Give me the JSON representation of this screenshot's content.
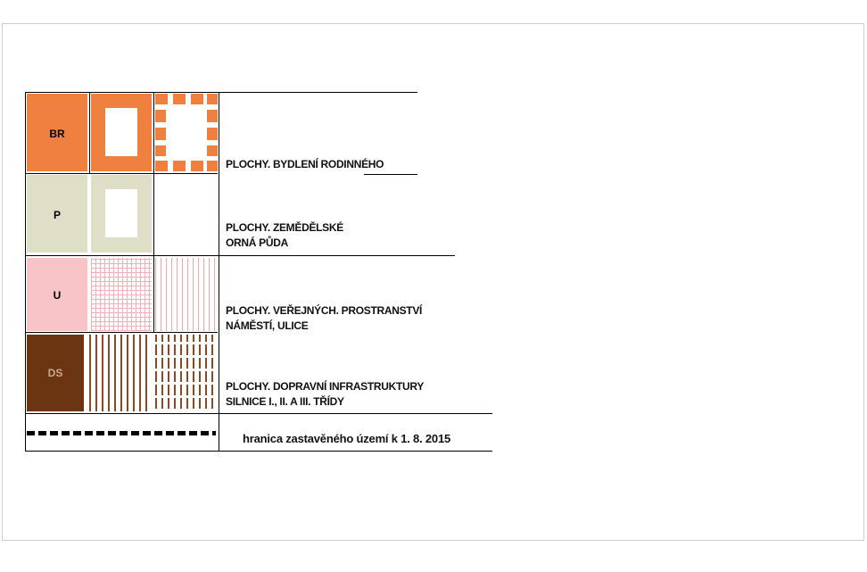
{
  "legend": {
    "rows": [
      {
        "code": "BR",
        "line1": "PLOCHY. BYDLENÍ RODINNÉHO",
        "line2": "",
        "color": "#f08040"
      },
      {
        "code": "P",
        "line1": "PLOCHY. ZEMĚDĚLSKÉ",
        "line2": "ORNÁ PŮDA",
        "color": "#dfdfc8"
      },
      {
        "code": "U",
        "line1": "PLOCHY. VEŘEJNÝCH. PROSTRANSTVÍ",
        "line2": "NÁMĚSTÍ, ULICE",
        "color": "#f8c4c8"
      },
      {
        "code": "DS",
        "line1": "PLOCHY. DOPRAVNÍ INFRASTRUKTURY",
        "line2": "SILNICE I., II. A III. TŘÍDY",
        "color": "#6b3512"
      }
    ],
    "boundary_label": "hranica zastavěného území k 1. 8. 2015"
  }
}
